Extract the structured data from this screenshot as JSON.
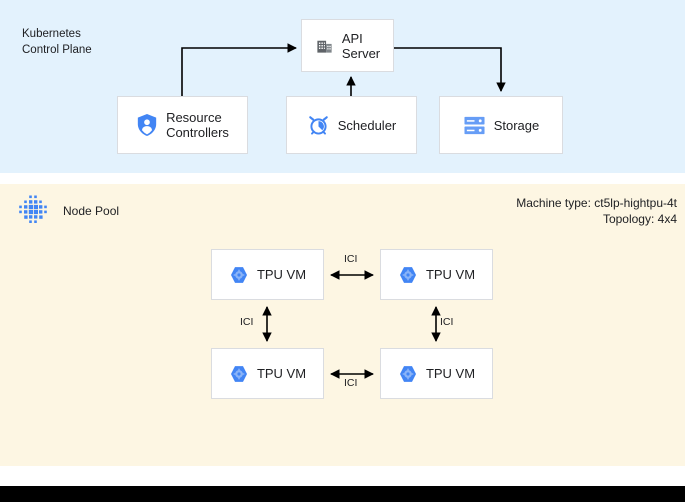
{
  "control_plane": {
    "title": "Kubernetes\nControl Plane",
    "background_color": "#e3f2fd",
    "nodes": [
      {
        "id": "api-server",
        "label": "API\nServer",
        "icon": "building-icon"
      },
      {
        "id": "resource-controllers",
        "label": "Resource\nControllers",
        "icon": "shield-person-icon"
      },
      {
        "id": "scheduler",
        "label": "Scheduler",
        "icon": "alarm-clock-icon"
      },
      {
        "id": "storage",
        "label": "Storage",
        "icon": "database-rack-icon"
      }
    ]
  },
  "node_pool": {
    "title": "Node Pool",
    "icon": "dot-cluster-icon",
    "background_color": "#fdf6e3",
    "machine_type_line": "Machine type: ct5lp-hightpu-4t",
    "topology_line": "Topology: 4x4",
    "vms": [
      {
        "id": "tpu-vm-1",
        "label": "TPU VM",
        "icon": "tpu-hexagon-icon"
      },
      {
        "id": "tpu-vm-2",
        "label": "TPU VM",
        "icon": "tpu-hexagon-icon"
      },
      {
        "id": "tpu-vm-3",
        "label": "TPU VM",
        "icon": "tpu-hexagon-icon"
      },
      {
        "id": "tpu-vm-4",
        "label": "TPU VM",
        "icon": "tpu-hexagon-icon"
      }
    ],
    "interconnects": [
      {
        "id": "ici-top",
        "label": "ICI",
        "from": "tpu-vm-1",
        "to": "tpu-vm-2",
        "direction": "bidirectional"
      },
      {
        "id": "ici-left",
        "label": "ICI",
        "from": "tpu-vm-1",
        "to": "tpu-vm-3",
        "direction": "bidirectional"
      },
      {
        "id": "ici-right",
        "label": "ICI",
        "from": "tpu-vm-2",
        "to": "tpu-vm-4",
        "direction": "bidirectional"
      },
      {
        "id": "ici-bottom",
        "label": "ICI",
        "from": "tpu-vm-3",
        "to": "tpu-vm-4",
        "direction": "bidirectional"
      }
    ]
  },
  "colors": {
    "google_blue": "#4285f4",
    "icon_gray": "#5f6368",
    "box_border": "#dadce0",
    "text": "#202124",
    "footer": "#000000"
  }
}
